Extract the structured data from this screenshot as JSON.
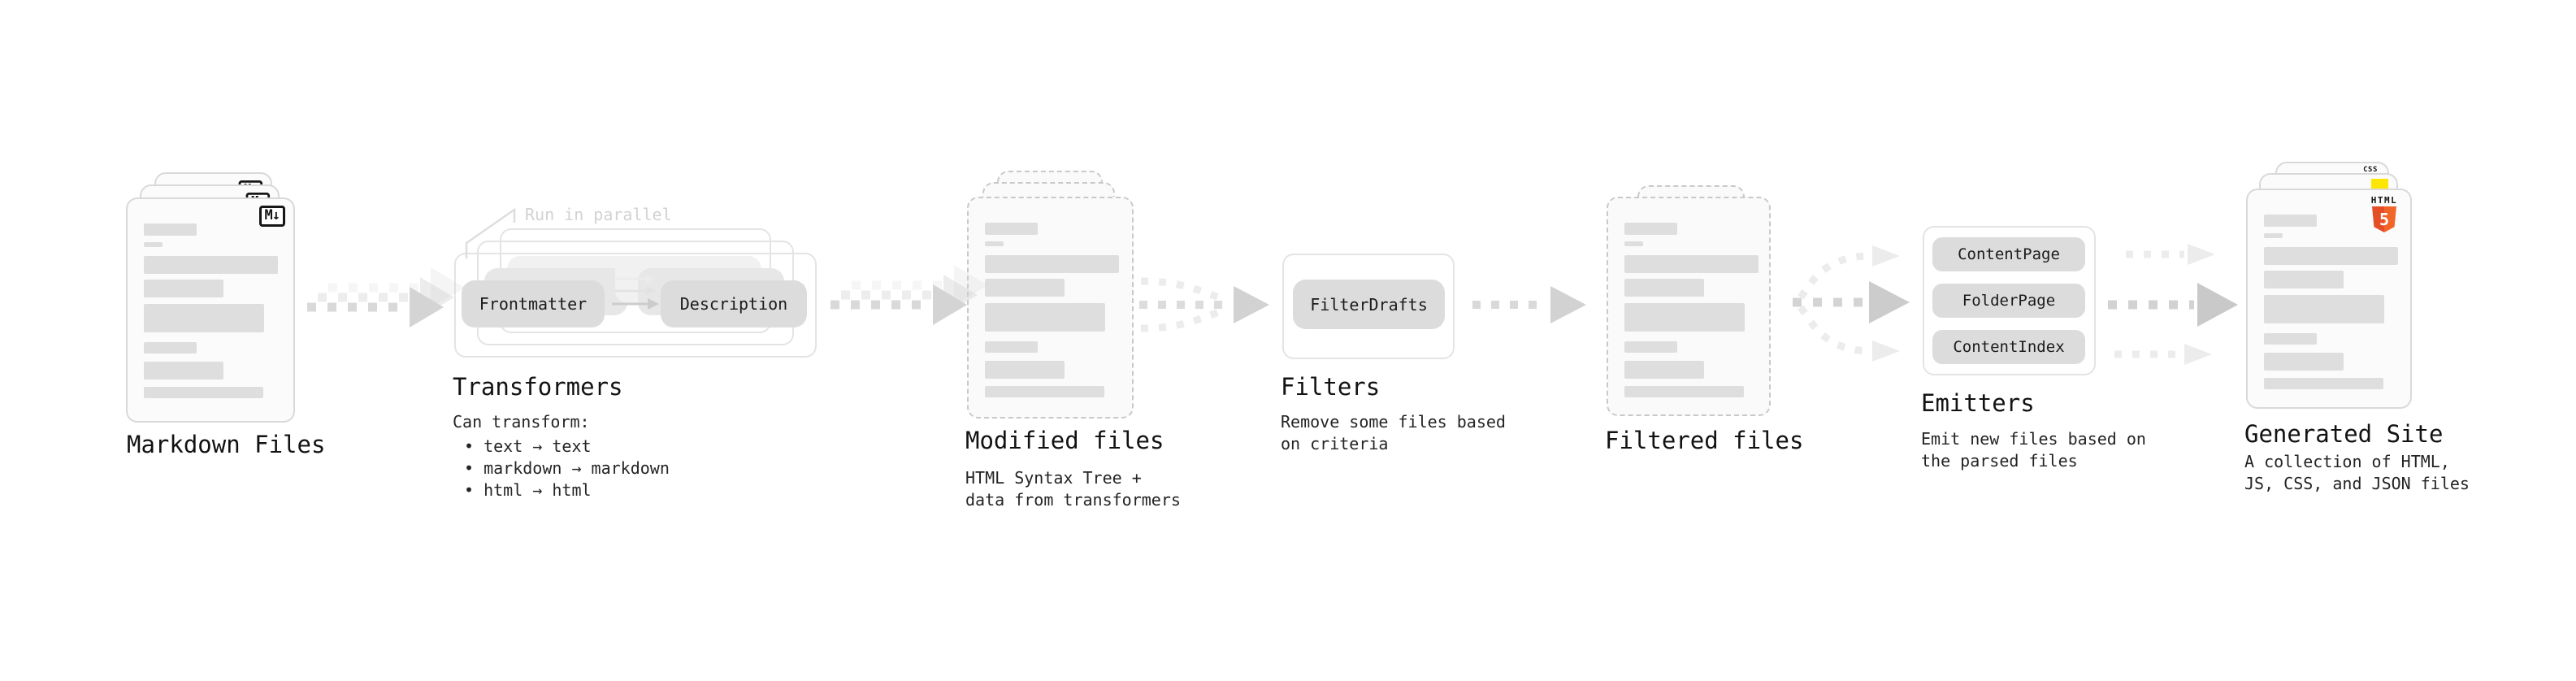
{
  "colors": {
    "html5_orange": "#e44d26",
    "html5_orange_light": "#f16529",
    "js_yellow": "#ffe600",
    "css_blue": "#2b62f0",
    "pill_gray": "#dcdcdc",
    "arrow_gray": "#d7d7d7",
    "note_gray": "#d2d2d2",
    "text": "#1c1c1c"
  },
  "markdown_files": {
    "label": "Markdown Files",
    "badge": "M↓"
  },
  "transformers": {
    "label": "Transformers",
    "note": "Run in parallel",
    "pills": [
      "Frontmatter",
      "Description"
    ],
    "desc_heading": "Can transform:",
    "bullets": [
      "text → text",
      "markdown → markdown",
      "html → html"
    ]
  },
  "modified_files": {
    "label": "Modified files",
    "desc_line1": "HTML Syntax Tree +",
    "desc_line2": "data from transformers"
  },
  "filters": {
    "label": "Filters",
    "pill": "FilterDrafts",
    "desc_line1": "Remove some files based",
    "desc_line2": "on criteria"
  },
  "filtered_files": {
    "label": "Filtered files"
  },
  "emitters": {
    "label": "Emitters",
    "pills": [
      "ContentPage",
      "FolderPage",
      "ContentIndex"
    ],
    "desc_line1": "Emit new files based on",
    "desc_line2": "the parsed files"
  },
  "generated_site": {
    "label": "Generated Site",
    "desc_line1": "A collection of HTML,",
    "desc_line2": "JS, CSS, and JSON files",
    "badges": {
      "css": "CSS",
      "html": "HTML",
      "html5_number": "5"
    }
  }
}
